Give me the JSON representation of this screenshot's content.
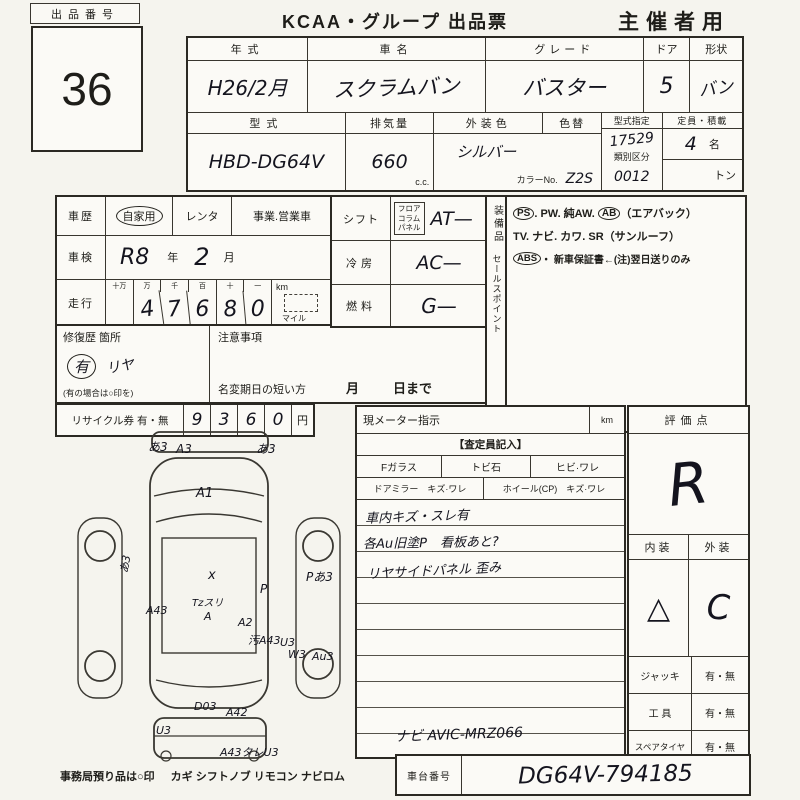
{
  "header": {
    "lot_label": "出品番号",
    "lot_number": "36",
    "title": "KCAA・グループ 出品票",
    "audience": "主催者用"
  },
  "spec": {
    "row1": {
      "year_label": "年式",
      "year_value": "H26/2月",
      "name_label": "車名",
      "name_value": "スクラムバン",
      "grade_label": "グレード",
      "grade_value": "バスター",
      "door_label": "ドア",
      "door_value": "5",
      "shape_label": "形状",
      "shape_value": "バン"
    },
    "row2": {
      "model_label": "型式",
      "model_value": "HBD-DG64V",
      "disp_label": "排気量",
      "disp_value": "660",
      "disp_unit": "c.c.",
      "color_label": "外装色",
      "color_value": "シルバー",
      "color_change_label": "色替",
      "color_no_label": "カラーNo.",
      "color_no_value": "Z2S",
      "type_label": "型式指定",
      "type_value": "17529",
      "class_label": "類別区分",
      "class_value": "0012",
      "capacity_label": "定員・積載",
      "capacity_value": "4",
      "capacity_unit": "名",
      "load_unit": "トン"
    }
  },
  "left": {
    "history_label": "車歴",
    "history_private": "自家用",
    "history_rental": "レンタ",
    "history_business": "事業.営業車",
    "inspection_label": "車検",
    "inspection_era": "R8",
    "inspection_year_unit": "年",
    "inspection_month": "2",
    "inspection_month_unit": "月",
    "mileage_label": "走行",
    "mileage_places": [
      "十万",
      "万",
      "千",
      "百",
      "十",
      "一"
    ],
    "mileage_digits": [
      "",
      "4",
      "7",
      "6",
      "8",
      "0"
    ],
    "mileage_unit": "km",
    "mile_label": "マイル",
    "repair_label": "修復歴 箇所",
    "repair_yes": "有",
    "repair_part": "リヤ",
    "repair_note": "(有の場合は○印を)",
    "caution_label": "注意事項",
    "rename_label": "名変期日の短い方",
    "rename_month": "月",
    "rename_day": "日まで",
    "recycle_label": "リサイクル券 有・無",
    "recycle_digits": [
      "9",
      "3",
      "6",
      "0"
    ],
    "recycle_unit": "円"
  },
  "middle": {
    "shift_label": "シフト",
    "shift_opts": [
      "フロア",
      "コラム",
      "パネル"
    ],
    "shift_value": "AT—",
    "ac_label": "冷房",
    "ac_value": "AC—",
    "fuel_label": "燃料",
    "fuel_value": "G—"
  },
  "equip": {
    "vertical_label": "装備品",
    "sales_label": "セールスポイント",
    "ps": "PS",
    "line1_rest": ". PW. 純AW.",
    "ab": "AB",
    "ab_note": "（エアバック）",
    "line2": "TV. ナビ. カワ. SR（サンルーフ）",
    "abs": "ABS",
    "line3_rest": "・ 新車保証書←(注)翌日送りのみ"
  },
  "meter": {
    "label": "現メーター指示",
    "unit": "km",
    "inspector": "【査定員記入】",
    "fglass": "Fガラス",
    "stone": "トビ石",
    "crack": "ヒビ·ワレ",
    "mirror": "ドアミラー　キズ·ワレ",
    "wheel": "ホイール(CP)　キズ·ワレ",
    "notes": [
      "車内キズ・スレ有",
      "各Au旧塗P　看板あと?",
      "リヤサイドパネル 歪み"
    ],
    "navi": "ナビ AVIC-MRZ066"
  },
  "eval": {
    "label": "評価点",
    "score": "R",
    "interior_label": "内装",
    "exterior_label": "外装",
    "interior_value": "△",
    "exterior_value": "C",
    "jack_label": "ジャッキ",
    "jack_value": "有・無",
    "tool_label": "工 具",
    "tool_value": "有・無",
    "spare_label": "スペアタイヤ",
    "spare_value": "有・無"
  },
  "footer": {
    "office_note": "事務局預り品は○印",
    "office_items": "カギ シフトノブ リモコン ナビロム",
    "chassis_label": "車台番号",
    "chassis_value": "DG64V-794185"
  },
  "diagram": {
    "annotations": [
      "あ3",
      "A3",
      "あ3",
      "A1",
      "Pあ3",
      "x",
      "P",
      "Tzスリ",
      "A",
      "A43",
      "A2",
      "汚A43",
      "U3",
      "W3",
      "Au3",
      "D03",
      "A42",
      "U3",
      "A43タレU3",
      "あ3"
    ]
  }
}
